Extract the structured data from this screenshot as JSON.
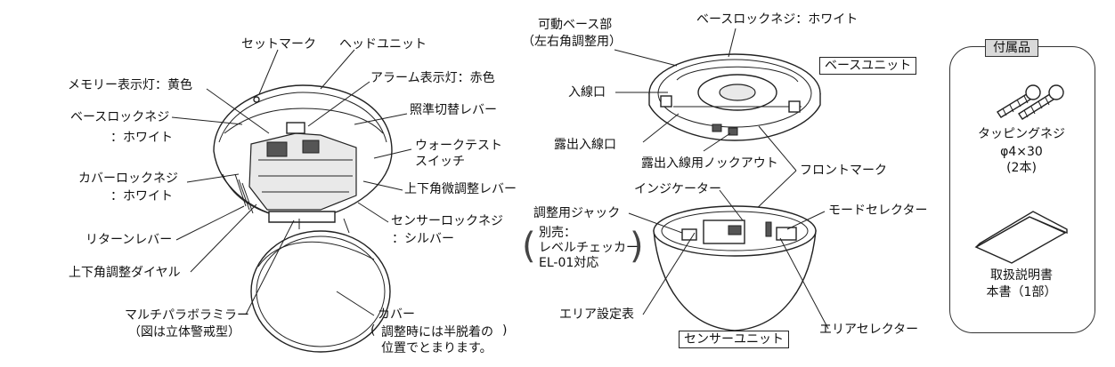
{
  "head_unit_labels": {
    "set_mark": "セットマーク",
    "head_unit": "ヘッドユニット",
    "memory_lamp": "メモリー表示灯：黄色",
    "alarm_lamp": "アラーム表示灯：赤色",
    "base_lock_screw": "ベースロックネジ",
    "base_lock_screw_color": "：ホワイト",
    "aim_lever": "照準切替レバー",
    "walk_test_line1": "ウォークテスト",
    "walk_test_line2": "スイッチ",
    "cover_lock_screw": "カバーロックネジ",
    "cover_lock_screw_color": "：ホワイト",
    "fine_tilt_lever": "上下角微調整レバー",
    "sensor_lock_screw": "センサーロックネジ",
    "sensor_lock_screw_color": "：シルバー",
    "return_lever": "リターンレバー",
    "tilt_dial": "上下角調整ダイヤル",
    "mirror_line1": "マルチパラボラミラー",
    "mirror_line2": "（図は立体警戒型）",
    "cover": "カバー",
    "cover_note_line1": "調整時には半脱着の",
    "cover_note_line2": "位置でとまります。"
  },
  "base_unit_labels": {
    "movable_base": "可動ベース部",
    "movable_base_note": "（左右角調整用）",
    "base_lock_screw": "ベースロックネジ：ホワイト",
    "unit_name": "ベースユニット",
    "wire_inlet": "入線口",
    "exposed_inlet": "露出入線口",
    "knockout": "露出入線用ノックアウト"
  },
  "sensor_unit_labels": {
    "front_mark": "フロントマーク",
    "indicator": "インジケーター",
    "mode_selector": "モードセレクター",
    "adjust_jack": "調整用ジャック",
    "jack_note_line1": "別売：",
    "jack_note_line2": "レベルチェッカー",
    "jack_note_line3": "EL-01対応",
    "area_table": "エリア設定表",
    "area_selector": "エリアセレクター",
    "unit_name": "センサーユニット"
  },
  "accessories": {
    "title": "付属品",
    "screw_name": "タッピングネジ",
    "screw_size": "φ4×30",
    "screw_qty": "(2本)",
    "manual_line1": "取扱説明書",
    "manual_line2": "本書（1部）"
  }
}
